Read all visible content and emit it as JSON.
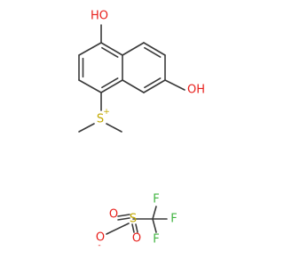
{
  "colors": {
    "bond": "#3a3a3a",
    "oxygen": "#e8201c",
    "sulfur": "#c2a800",
    "fluorine": "#41b541",
    "carbon": "#3a3a3a"
  },
  "cation": {
    "hydroxyl_top": {
      "label": "HO",
      "element": "oxygen"
    },
    "hydroxyl_right": {
      "label": "OH",
      "element": "oxygen"
    },
    "sulfonium": {
      "label": "S",
      "charge": "+",
      "element": "sulfur"
    }
  },
  "anion": {
    "sulfur": {
      "label": "S",
      "element": "sulfur"
    },
    "oxide": {
      "label": "O",
      "charge": "-",
      "element": "oxygen"
    },
    "oxygen_upper": {
      "label": "O",
      "element": "oxygen"
    },
    "oxygen_lower": {
      "label": "O",
      "element": "oxygen"
    },
    "fluorines": [
      {
        "label": "F",
        "element": "fluorine"
      },
      {
        "label": "F",
        "element": "fluorine"
      },
      {
        "label": "F",
        "element": "fluorine"
      }
    ]
  }
}
